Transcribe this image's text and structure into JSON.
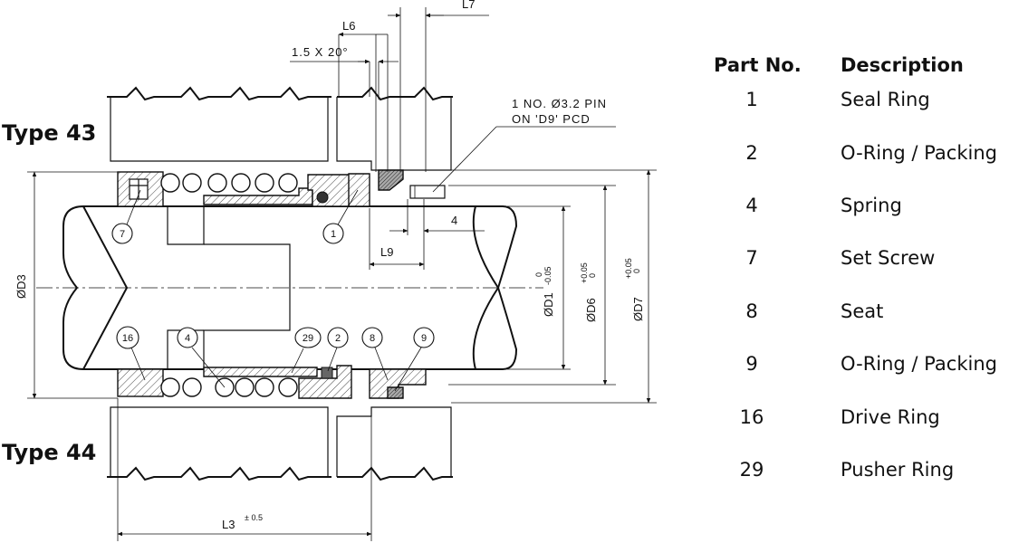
{
  "drawing": {
    "type_top": "Type 43",
    "type_bottom": "Type 44",
    "dimensions": {
      "L6": "L6",
      "L7": "L7",
      "chamfer": "1.5 X 20°",
      "L9": "L9",
      "four": "4",
      "L3": "L3",
      "L3_tol": "± 0.5",
      "D3": "ØD3",
      "D1": "ØD1",
      "D1_tol_upper": "0",
      "D1_tol_lower": "-0.05",
      "D6": "ØD6",
      "D6_tol_upper": "+0.05",
      "D6_tol_lower": "0",
      "D7": "ØD7",
      "D7_tol_upper": "+0.05",
      "D7_tol_lower": "0"
    },
    "pin_note_line1": "1 NO. Ø3.2 PIN",
    "pin_note_line2": "ON 'D9' PCD",
    "callouts": [
      "7",
      "1",
      "16",
      "4",
      "29",
      "2",
      "8",
      "9"
    ]
  },
  "parts_table": {
    "header_no": "Part No.",
    "header_desc": "Description",
    "rows": [
      {
        "no": "1",
        "desc": "Seal Ring"
      },
      {
        "no": "2",
        "desc": "O-Ring / Packing"
      },
      {
        "no": "4",
        "desc": "Spring"
      },
      {
        "no": "7",
        "desc": "Set Screw"
      },
      {
        "no": "8",
        "desc": "Seat"
      },
      {
        "no": "9",
        "desc": "O-Ring / Packing"
      },
      {
        "no": "16",
        "desc": "Drive Ring"
      },
      {
        "no": "29",
        "desc": "Pusher Ring"
      }
    ]
  }
}
